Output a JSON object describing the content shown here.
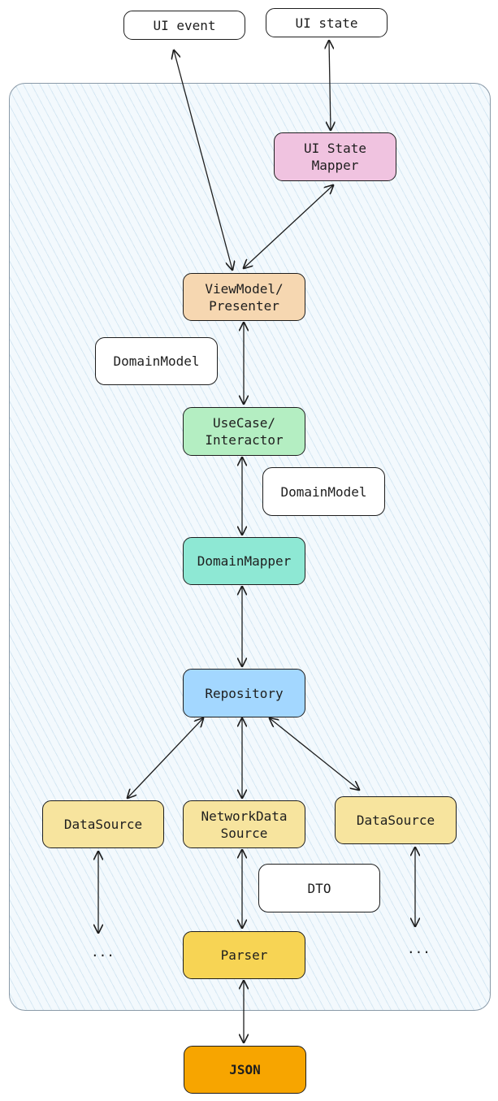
{
  "nodes": {
    "ui_event": {
      "label": "UI event"
    },
    "ui_state": {
      "label": "UI state"
    },
    "ui_state_mapper": {
      "label": "UI State\nMapper",
      "color": "#f0c3e0"
    },
    "viewmodel": {
      "label": "ViewModel/\nPresenter",
      "color": "#f6d7b1"
    },
    "usecase": {
      "label": "UseCase/\nInteractor",
      "color": "#b4eec2"
    },
    "domain_mapper": {
      "label": "DomainMapper",
      "color": "#8ee8d4"
    },
    "repository": {
      "label": "Repository",
      "color": "#a3d7ff"
    },
    "datasource_left": {
      "label": "DataSource",
      "color": "#f7e49e"
    },
    "network_datasource": {
      "label": "NetworkData\nSource",
      "color": "#f7e49e"
    },
    "datasource_right": {
      "label": "DataSource",
      "color": "#f7e49e"
    },
    "parser": {
      "label": "Parser",
      "color": "#f7d454"
    },
    "json": {
      "label": "JSON",
      "color": "#f7a500"
    }
  },
  "edge_labels": {
    "domain_model_1": "DomainModel",
    "domain_model_2": "DomainModel",
    "dto": "DTO"
  },
  "ellipses": {
    "left": "...",
    "right": "..."
  },
  "colors": {
    "frame_border": "#8a9aa8",
    "frame_fill": "#f3f9fd",
    "stroke": "#1e1e1e"
  }
}
